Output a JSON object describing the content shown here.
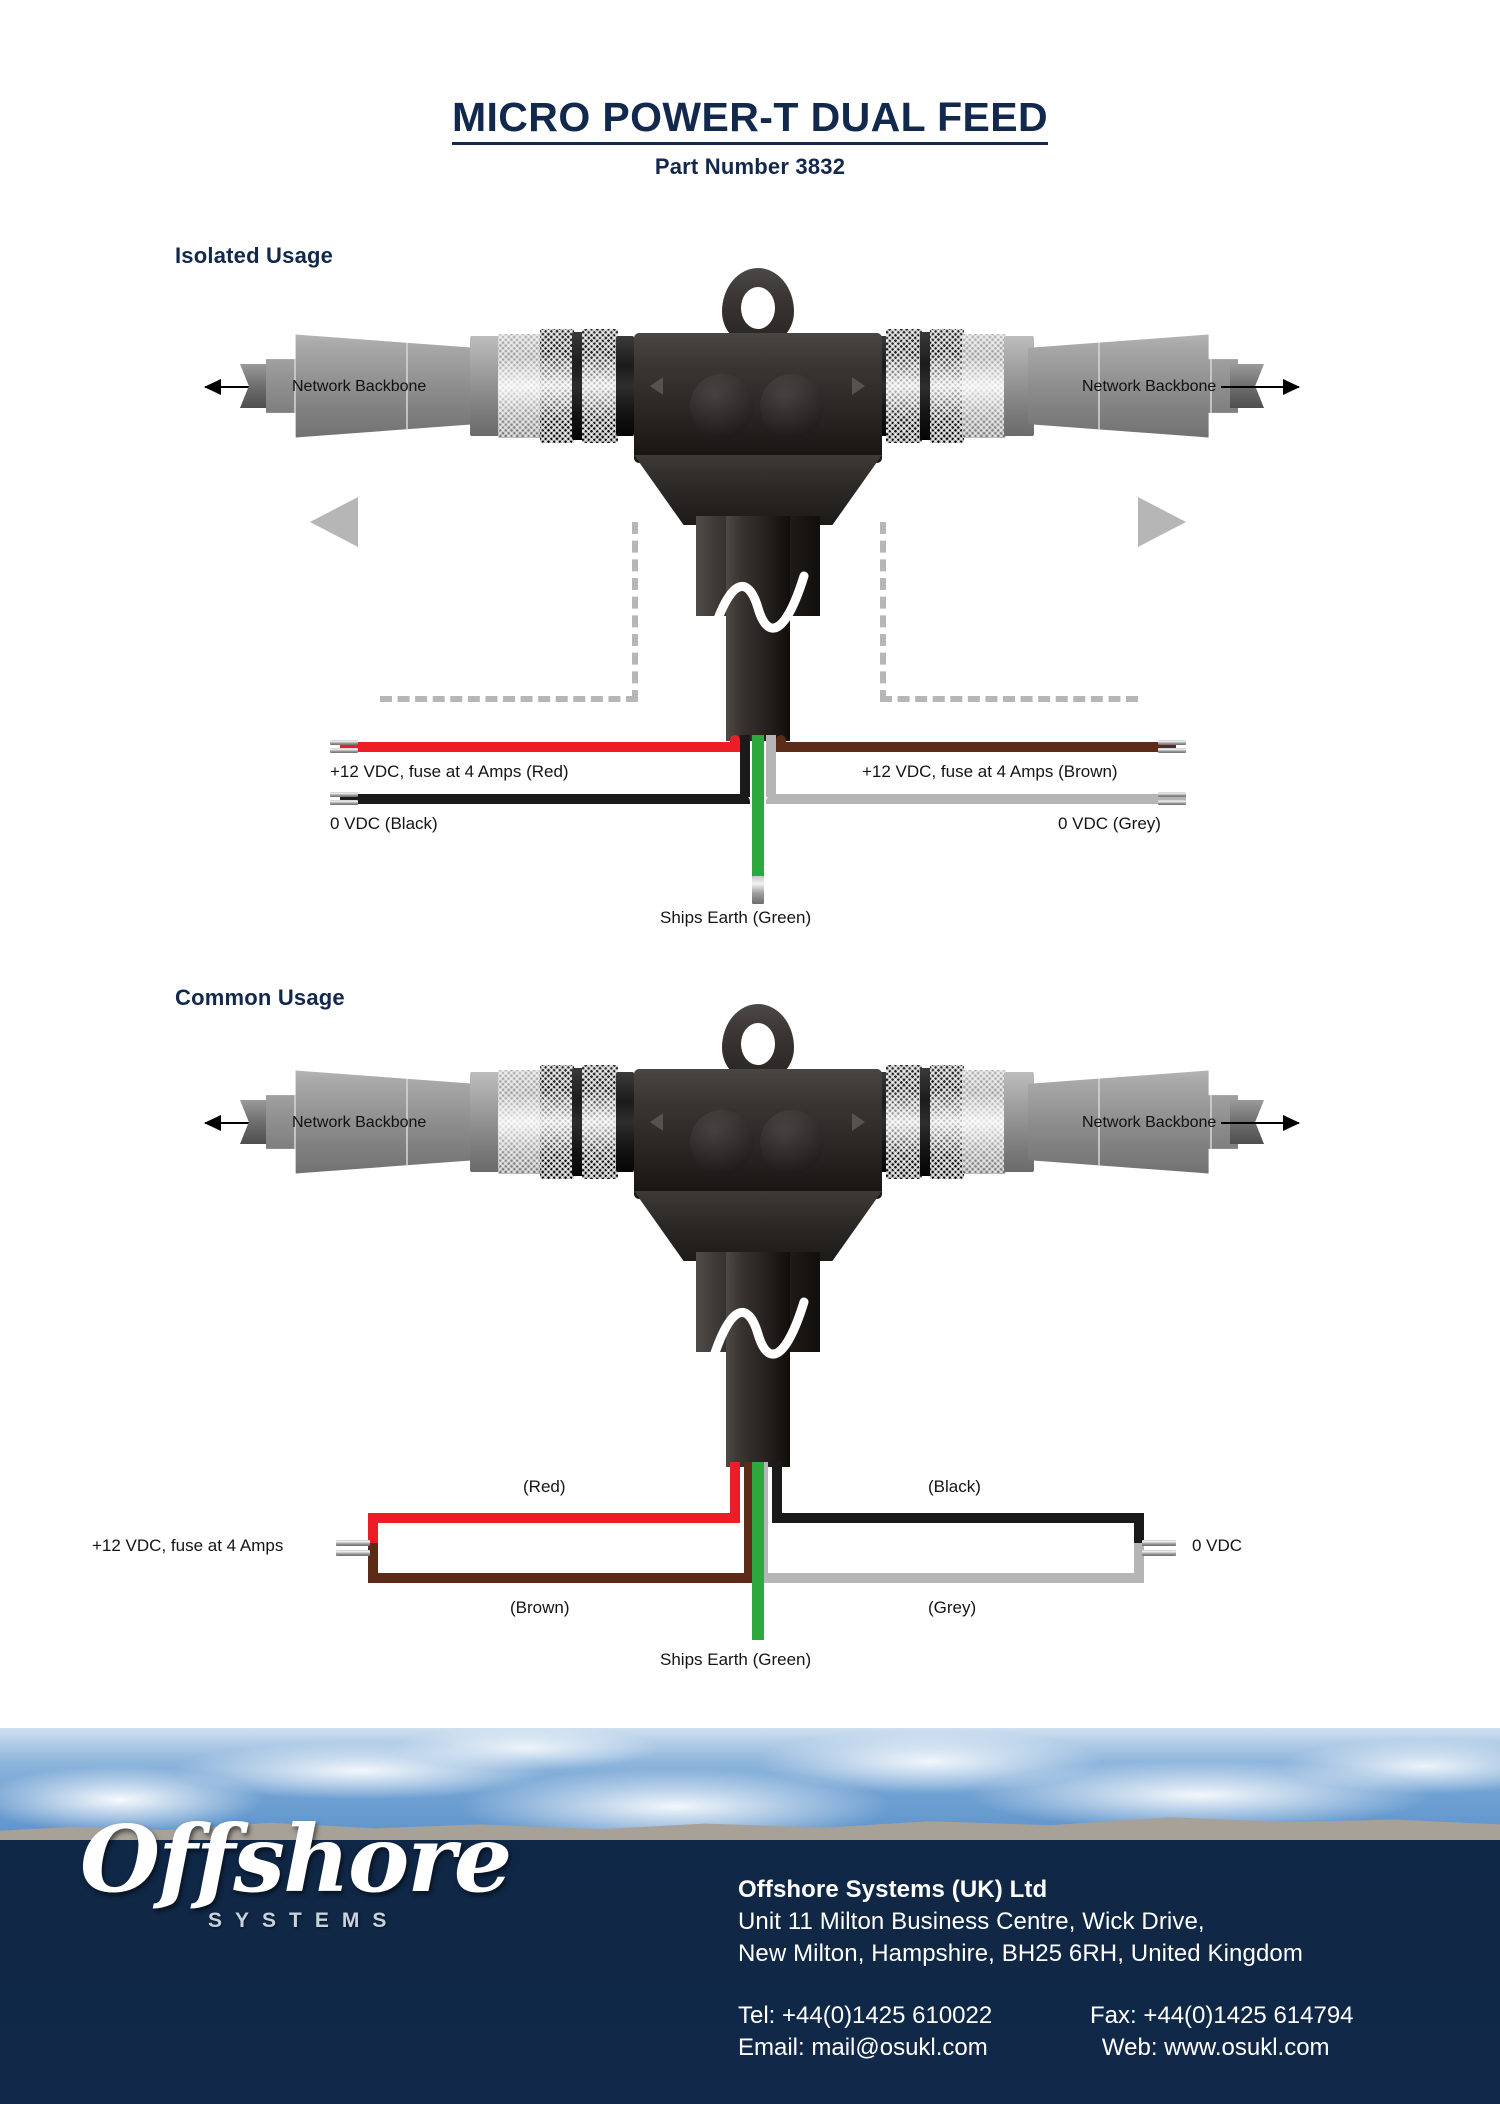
{
  "document": {
    "title": "MICRO POWER-T DUAL FEED",
    "part_number": "Part Number 3832"
  },
  "colors": {
    "brand_navy": "#12284c",
    "footer_navy": "#11284a",
    "wire_red": "#ee1c24",
    "wire_black": "#1a1a1a",
    "wire_green": "#2ca83c",
    "wire_grey": "#b5b5b5",
    "wire_brown": "#5b2b17",
    "dashed_grey": "#b6b6b6"
  },
  "sections": [
    {
      "id": "isolated",
      "heading": "Isolated Usage",
      "backbone_left": "Network Backbone",
      "backbone_right": "Network Backbone",
      "labels": {
        "left_positive": "+12 VDC, fuse at 4 Amps (Red)",
        "left_negative": "0 VDC (Black)",
        "right_positive": "+12 VDC, fuse at 4 Amps (Brown)",
        "right_negative": "0 VDC (Grey)",
        "earth": "Ships Earth (Green)"
      }
    },
    {
      "id": "common",
      "heading": "Common Usage",
      "backbone_left": "Network Backbone",
      "backbone_right": "Network Backbone",
      "labels": {
        "red": "(Red)",
        "brown": "(Brown)",
        "black": "(Black)",
        "grey": "(Grey)",
        "supply_positive": "+12 VDC, fuse at 4 Amps",
        "supply_negative": "0 VDC",
        "earth": "Ships Earth (Green)"
      }
    }
  ],
  "footer": {
    "logo_word": "Offshore",
    "logo_sub": "SYSTEMS",
    "company": "Offshore Systems (UK) Ltd",
    "address_line1": "Unit 11 Milton Business Centre, Wick Drive,",
    "address_line2": "New Milton, Hampshire, BH25 6RH, United Kingdom",
    "tel": "Tel: +44(0)1425 610022",
    "fax": "Fax: +44(0)1425 614794",
    "email": "Email: mail@osukl.com",
    "web": "Web: www.osukl.com"
  }
}
